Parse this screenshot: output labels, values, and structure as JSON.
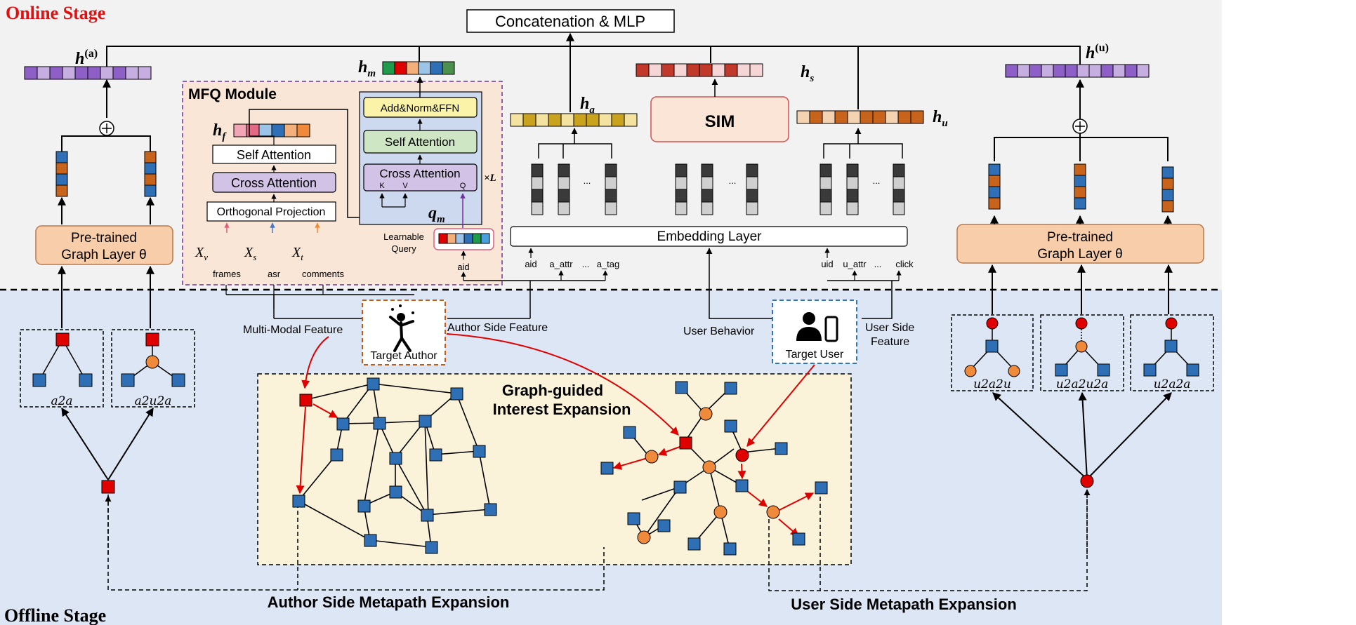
{
  "stages": {
    "online": "Online Stage",
    "offline": "Offline Stage"
  },
  "top": {
    "concat": "Concatenation & MLP"
  },
  "author": {
    "h_label": "h",
    "h_sup": "(a)",
    "gnn_line1": "Pre-trained",
    "gnn_line2": "Graph Layer θ",
    "mp1": "a2a",
    "mp2": "a2u2a"
  },
  "user": {
    "h_label": "h",
    "h_sup": "(u)",
    "gnn_line1": "Pre-trained",
    "gnn_line2": "Graph Layer θ",
    "mp1": "u2a2u",
    "mp2": "u2a2u2a",
    "mp3": "u2a2a"
  },
  "mfq": {
    "title": "MFQ Module",
    "hf": "h",
    "hf_sub": "f",
    "self_attn": "Self Attention",
    "cross_attn": "Cross Attention",
    "ortho": "Orthogonal Projection",
    "xv": "X",
    "xv_sub": "v",
    "xs": "X",
    "xs_sub": "s",
    "xt": "X",
    "xt_sub": "t",
    "frames": "frames",
    "asr": "asr",
    "comments": "comments",
    "addnorm": "Add&Norm&FFN",
    "self_attn2": "Self Attention",
    "cross_attn2": "Cross Attention",
    "k": "K",
    "v": "V",
    "q": "Q",
    "times_l": "×L",
    "qm": "q",
    "qm_sub": "m",
    "learnable1": "Learnable",
    "learnable2": "Query",
    "aid": "aid"
  },
  "hm": {
    "label": "h",
    "sub": "m"
  },
  "ha": {
    "label": "h",
    "sub": "a"
  },
  "hs": {
    "label": "h",
    "sub": "s"
  },
  "hu": {
    "label": "h",
    "sub": "u"
  },
  "sim": "SIM",
  "embedding": {
    "title": "Embedding Layer",
    "author_feats": [
      "aid",
      "a_attr",
      "...",
      "a_tag"
    ],
    "user_feats": [
      "uid",
      "u_attr",
      "...",
      "click"
    ],
    "dots": "..."
  },
  "targets": {
    "author": "Target Author",
    "user": "Target User",
    "multimodal": "Multi-Modal Feature",
    "author_side": "Author Side Feature",
    "user_behavior": "User Behavior",
    "user_side_1": "User Side",
    "user_side_2": "Feature"
  },
  "graph": {
    "title1": "Graph-guided",
    "title2": "Interest Expansion"
  },
  "expansion": {
    "author": "Author Side Metapath Expansion",
    "user": "User Side Metapath Expansion"
  },
  "colors": {
    "online_bg": "#f2f2f2",
    "offline_bg": "#dde6f4",
    "graph_bg": "#faf3d9",
    "mfq_bg": "#f9e6d6",
    "gnn_fill": "#f8cdaa",
    "blue_node": "#2f6fb5",
    "red_node": "#e00000",
    "orange_node": "#ef8a3a",
    "red_text": "#e01010"
  }
}
